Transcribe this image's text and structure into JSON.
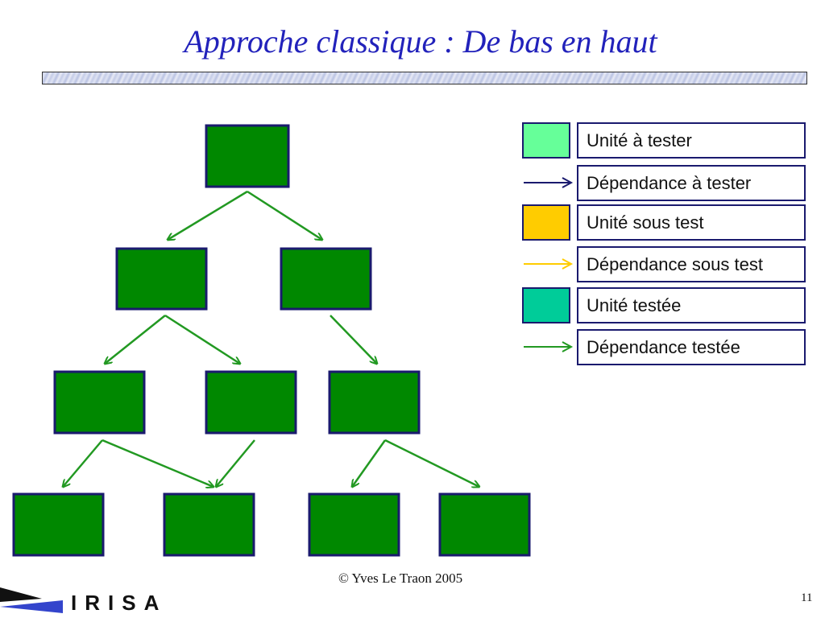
{
  "title": "Approche classique : De bas en haut",
  "colors": {
    "title": "#2222bb",
    "unit_fill": "#008800",
    "unit_border": "#1a1a6e",
    "arrow_tested": "#229922",
    "arrow_to_test": "#1a1a6e",
    "arrow_under_test": "#ffcc00",
    "swatch_to_test": "#66ff99",
    "swatch_under_test": "#ffcc00",
    "swatch_tested": "#00cc99"
  },
  "legend": [
    {
      "label": "Unité à tester",
      "kind": "box",
      "color": "#66ff99"
    },
    {
      "label": "Dépendance à tester",
      "kind": "arrow",
      "color": "#1a1a6e"
    },
    {
      "label": "Unité sous test",
      "kind": "box",
      "color": "#ffcc00"
    },
    {
      "label": "Dépendance sous test",
      "kind": "arrow",
      "color": "#ffcc00"
    },
    {
      "label": "Unité testée",
      "kind": "box",
      "color": "#00cc99"
    },
    {
      "label": "Dépendance testée",
      "kind": "arrow",
      "color": "#229922"
    }
  ],
  "diagram": {
    "node_count": 10,
    "node_state": "Unité testée",
    "edge_state": "Dépendance testée"
  },
  "footer": {
    "copyright": "© Yves Le Traon 2005",
    "page_number": "11",
    "logo_text": "IRISA"
  }
}
